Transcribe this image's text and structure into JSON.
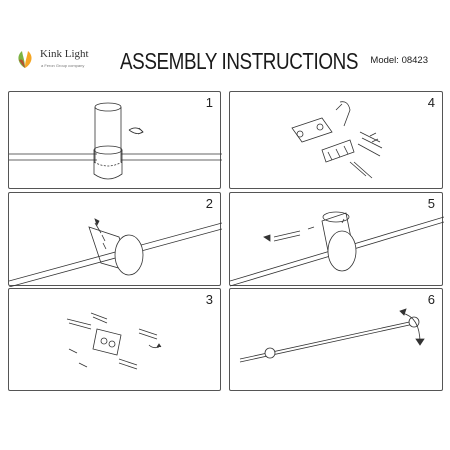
{
  "header": {
    "brand": "Kink Light",
    "brand_tagline": "a Feron Group company",
    "title": "ASSEMBLY INSTRUCTIONS",
    "model": "Model: 08423"
  },
  "steps": [
    {
      "number": "1"
    },
    {
      "number": "2"
    },
    {
      "number": "3"
    },
    {
      "number": "4"
    },
    {
      "number": "5"
    },
    {
      "number": "6"
    }
  ],
  "colors": {
    "line": "#333333",
    "logo_green": "#7cb342",
    "logo_orange": "#f5a623"
  }
}
